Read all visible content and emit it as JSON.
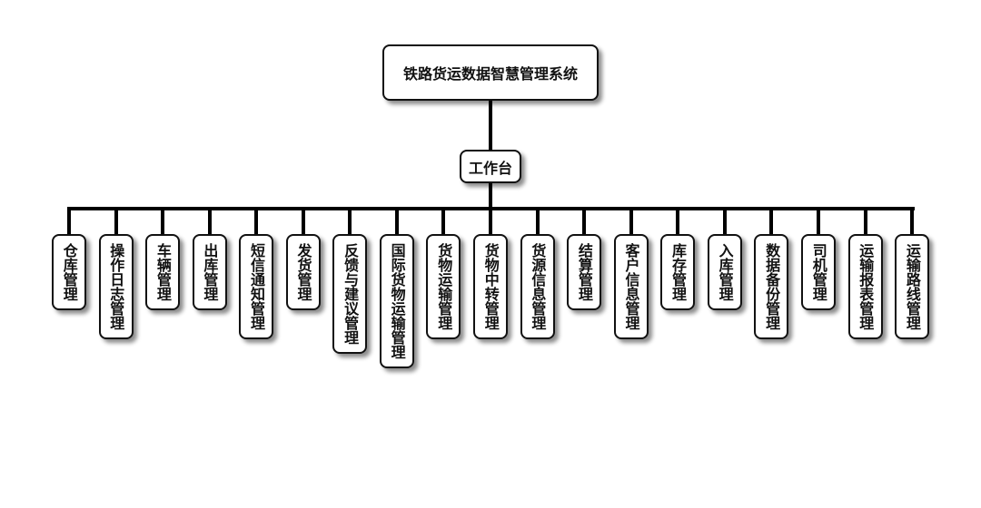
{
  "root": {
    "label": "铁路货运数据智慧管理系统"
  },
  "mid": {
    "label": "工作台"
  },
  "leaves": [
    {
      "label": "仓库管理"
    },
    {
      "label": "操作日志管理"
    },
    {
      "label": "车辆管理"
    },
    {
      "label": "出库管理"
    },
    {
      "label": "短信通知管理"
    },
    {
      "label": "发货管理"
    },
    {
      "label": "反馈与建议管理"
    },
    {
      "label": "国际货物运输管理"
    },
    {
      "label": "货物运输管理"
    },
    {
      "label": "货物中转管理"
    },
    {
      "label": "货源信息管理"
    },
    {
      "label": "结算管理"
    },
    {
      "label": "客户信息管理"
    },
    {
      "label": "库存管理"
    },
    {
      "label": "入库管理"
    },
    {
      "label": "数据备份管理"
    },
    {
      "label": "司机管理"
    },
    {
      "label": "运输报表管理"
    },
    {
      "label": "运输路线管理"
    }
  ]
}
